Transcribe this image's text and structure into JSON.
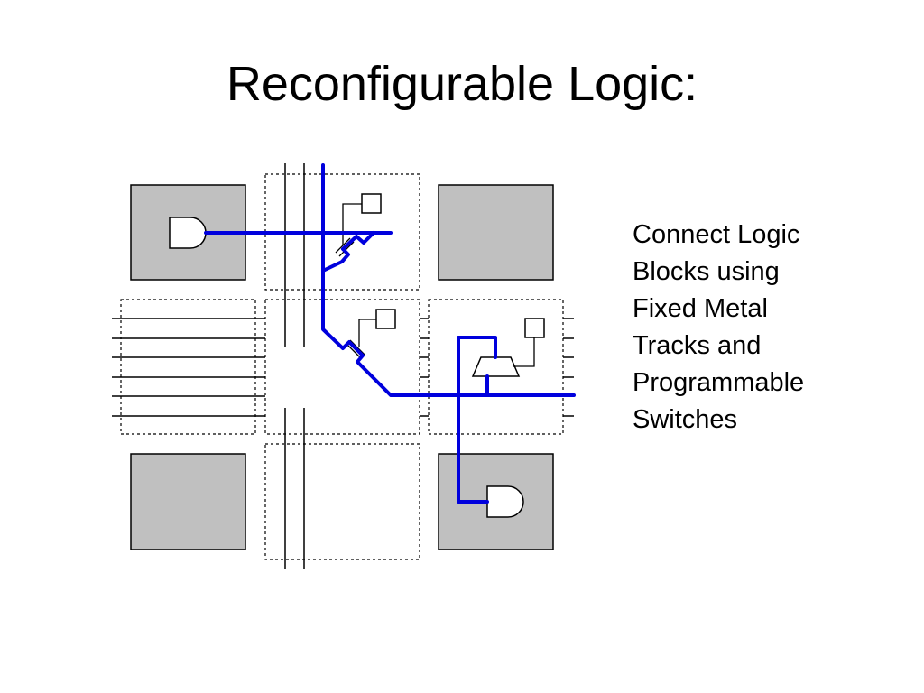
{
  "slide": {
    "title": "Reconfigurable Logic:",
    "caption_lines": [
      "Connect Logic",
      "Blocks using",
      "Fixed Metal",
      "Tracks and",
      "Programmable",
      "Switches"
    ]
  },
  "colors": {
    "logic_block_fill": "#c0c0c0",
    "routing_wire": "#0000dd",
    "background": "#ffffff"
  }
}
